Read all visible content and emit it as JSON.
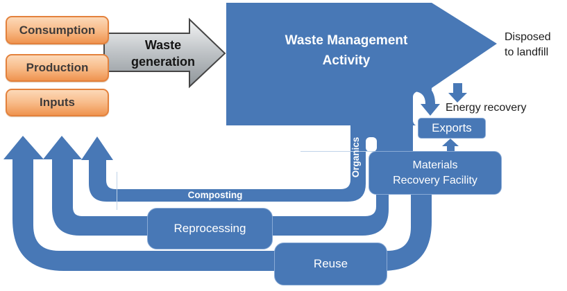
{
  "colors": {
    "pipe_blue": "#4878b6",
    "pipe_blue_edge": "#8aabd6",
    "orange_fill_top": "#fcd9b8",
    "orange_fill_bottom": "#ef9450",
    "orange_border": "#e3813c",
    "gray_arrow_border": "#454545"
  },
  "inputs_column": {
    "boxes": [
      {
        "label": "Consumption"
      },
      {
        "label": "Production"
      },
      {
        "label": "Inputs"
      }
    ]
  },
  "flows": {
    "waste_generation": {
      "lines": [
        "Waste",
        "generation"
      ]
    },
    "activity": {
      "lines": [
        "Waste Management",
        "Activity"
      ]
    },
    "disposed": {
      "lines": [
        "Disposed",
        "to landfill"
      ]
    },
    "energy_recovery": {
      "label": "Energy recovery"
    },
    "organics": {
      "label": "Organics"
    },
    "composting": {
      "label": "Composting"
    }
  },
  "facilities": {
    "exports": {
      "label": "Exports"
    },
    "mrf": {
      "lines": [
        "Materials",
        "Recovery Facility"
      ]
    },
    "reprocessing": {
      "label": "Reprocessing"
    },
    "reuse": {
      "label": "Reuse"
    }
  }
}
